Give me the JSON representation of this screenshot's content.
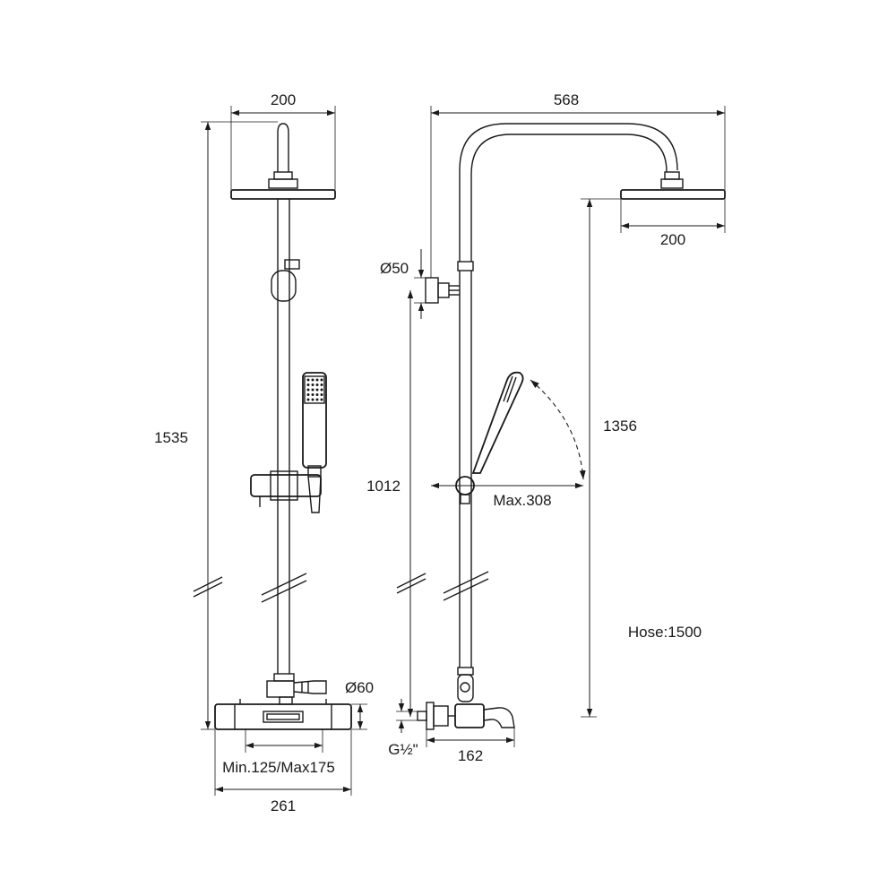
{
  "dimensions": {
    "front_head_width": "200",
    "front_total_height": "1535",
    "front_connector": "Ø60",
    "front_spacing": "Min.125/Max175",
    "front_mixer_width": "261",
    "side_total_width": "568",
    "side_head_width": "200",
    "side_bracket": "Ø50",
    "side_hand_shower_height": "1012",
    "side_head_height": "1356",
    "side_hand_shower_reach": "Max.308",
    "side_hose": "Hose:1500",
    "side_thread": "G½\"",
    "side_depth": "162"
  }
}
